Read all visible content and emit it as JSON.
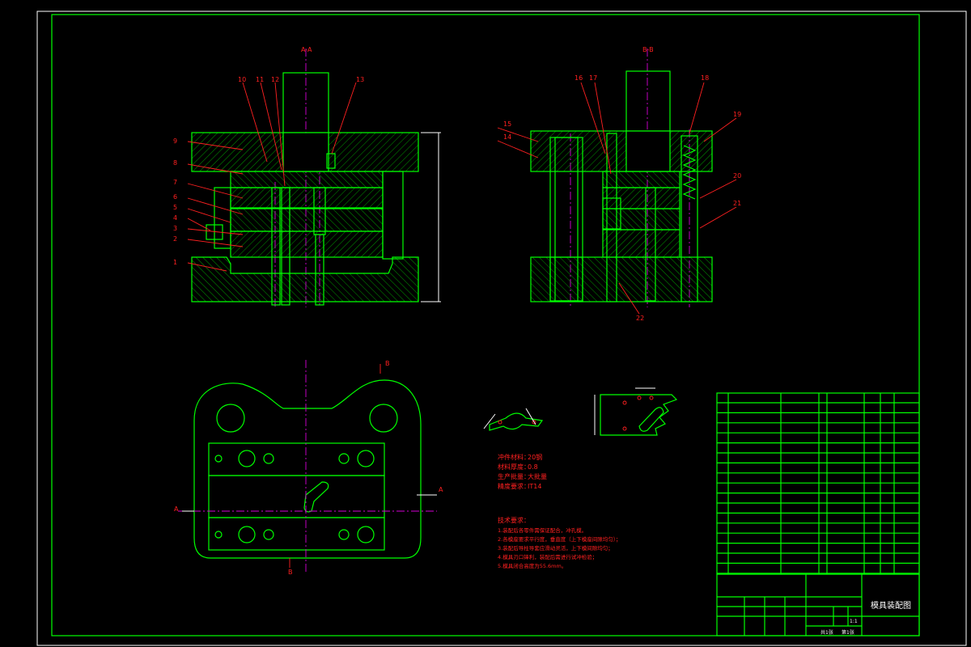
{
  "drawing": {
    "section_aa": "A-A",
    "section_bb": "B-B",
    "part_labels_left": [
      "10",
      "11",
      "12",
      "13",
      "9",
      "8",
      "7",
      "6",
      "5",
      "4",
      "3",
      "2",
      "1"
    ],
    "part_labels_right": [
      "16",
      "17",
      "18",
      "15",
      "14",
      "19",
      "20",
      "21",
      "22"
    ],
    "view_markers": {
      "a_left": "A",
      "a_right": "A",
      "b_top": "B",
      "b_bottom": "B"
    },
    "specs": {
      "line1_label": "冲件材料：",
      "line1_value": "20钢",
      "line2_label": "材料厚度：",
      "line2_value": "0.8",
      "line3_label": "生产批量：",
      "line3_value": "大批量",
      "line4_label": "精度要求：",
      "line4_value": "IT14"
    },
    "tech_req": {
      "title": "技术要求：",
      "items": [
        "1.装配后各零件需保证配合，冲孔模。",
        "2.各模座要求平行度，垂直度（上下模座间隙均匀）；",
        "3.装配后导柱导套应滑动灵活，上下模间隙均匀；",
        "4.模具刃口锋利，装配后需进行试冲检验；",
        "5.模具闭合高度为55.6mm。"
      ]
    }
  },
  "title_block": {
    "drawing_title": "模具装配图",
    "scale": "1:1",
    "sheet": "共1张",
    "sheet_no": "第1张"
  }
}
